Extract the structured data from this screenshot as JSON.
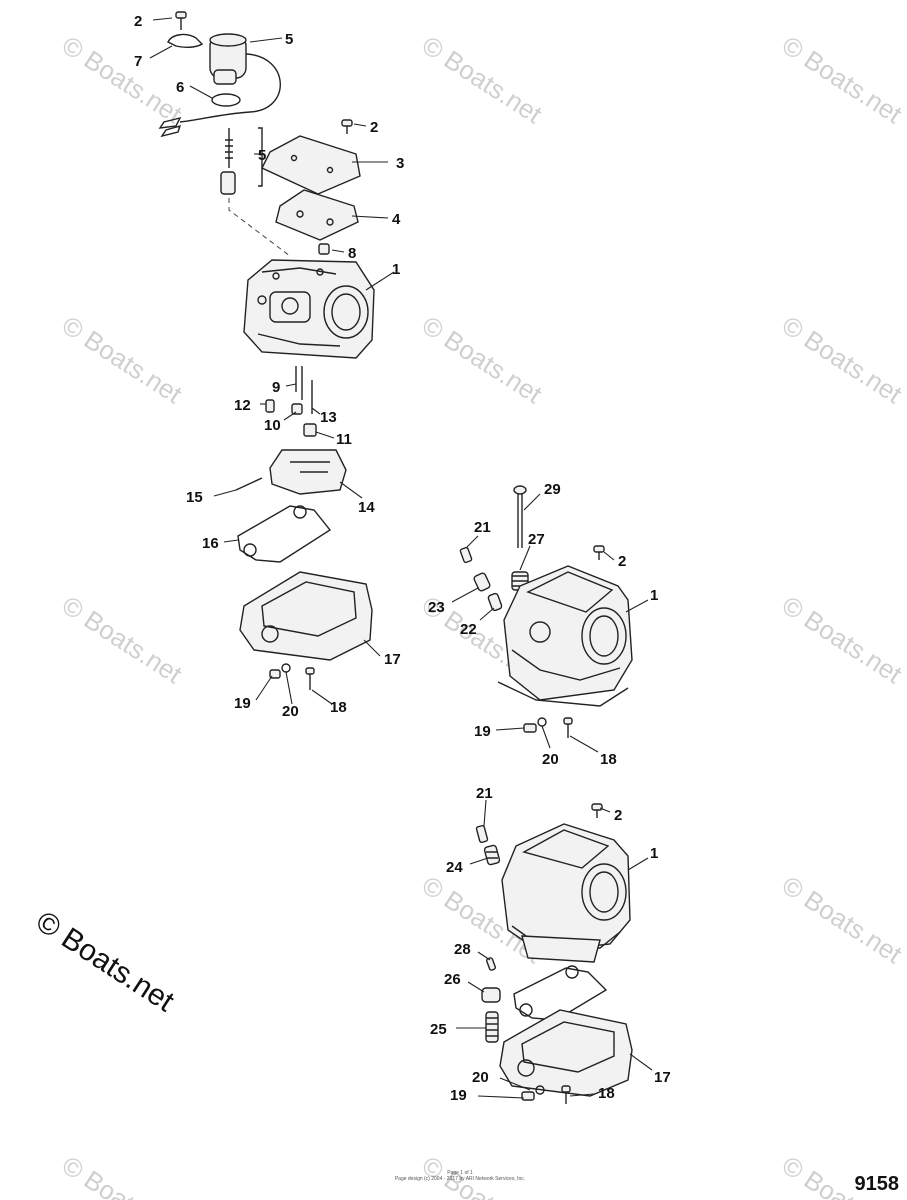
{
  "watermark": "© Boats.net",
  "diagram_number": "9158",
  "footer_lines": [
    "Page 1 of 1",
    "Page design (c) 2004 - 2017 by ARI Network Services, Inc."
  ],
  "callouts": {
    "a": [
      "2",
      "5",
      "7",
      "6",
      "2",
      "5",
      "3",
      "4",
      "8",
      "1",
      "9",
      "12",
      "13",
      "10",
      "11",
      "15",
      "14",
      "16",
      "17",
      "19",
      "20",
      "18"
    ],
    "b": [
      "29",
      "21",
      "27",
      "2",
      "1",
      "23",
      "22",
      "19",
      "20",
      "18"
    ],
    "c": [
      "21",
      "2",
      "1",
      "24",
      "28",
      "26",
      "25",
      "17",
      "20",
      "19",
      "18"
    ]
  },
  "colors": {
    "line": "#222222",
    "watermark": "#cfcfcf",
    "background": "#ffffff"
  }
}
